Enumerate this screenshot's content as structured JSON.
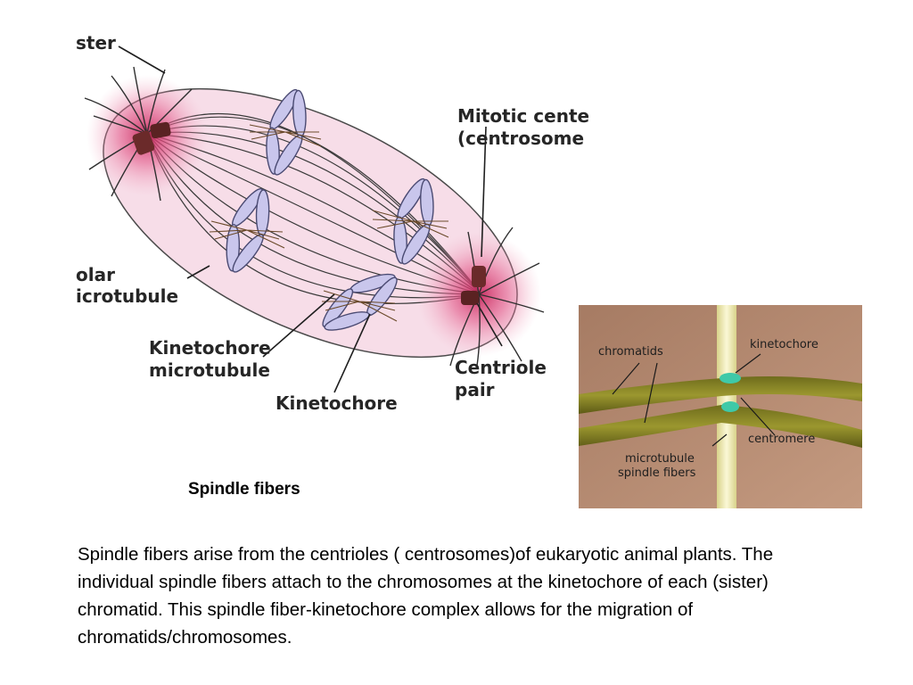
{
  "diagram": {
    "labels": {
      "aster": "ster",
      "mitotic_center_line1": "Mitotic cente",
      "mitotic_center_line2": "(centrosome",
      "polar_microtubule_line1": "olar",
      "polar_microtubule_line2": "icrotubule",
      "kinetochore_microtubule_line1": "Kinetochore",
      "kinetochore_microtubule_line2": "microtubule",
      "kinetochore": "Kinetochore",
      "centriole_pair_line1": "Centriole",
      "centriole_pair_line2": "pair"
    },
    "colors": {
      "spindle_fill": "#f6dbe6",
      "aster_glow": "#d63a6e",
      "fiber": "#3a3a3a",
      "chromosome": "#c9c6ec",
      "centriole": "#6b2a2a"
    }
  },
  "inset": {
    "labels": {
      "chromatids": "chromatids",
      "kinetochore": "kinetochore",
      "centromere": "centromere",
      "microtubule_line1": "microtubule",
      "microtubule_line2": "spindle fibers"
    },
    "colors": {
      "background": "#b98a70",
      "chromatid": "#8e8a2a",
      "spindle_fiber": "#f1eeb8",
      "kinetochore": "#3fc9a8"
    }
  },
  "caption": "Spindle fibers",
  "description": "Spindle fibers arise from the centrioles ( centrosomes)of eukaryotic animal plants.  The individual spindle fibers attach to the chromosomes at the kinetochore of each (sister) chromatid.  This spindle fiber-kinetochore complex allows for the migration of chromatids/chromosomes."
}
